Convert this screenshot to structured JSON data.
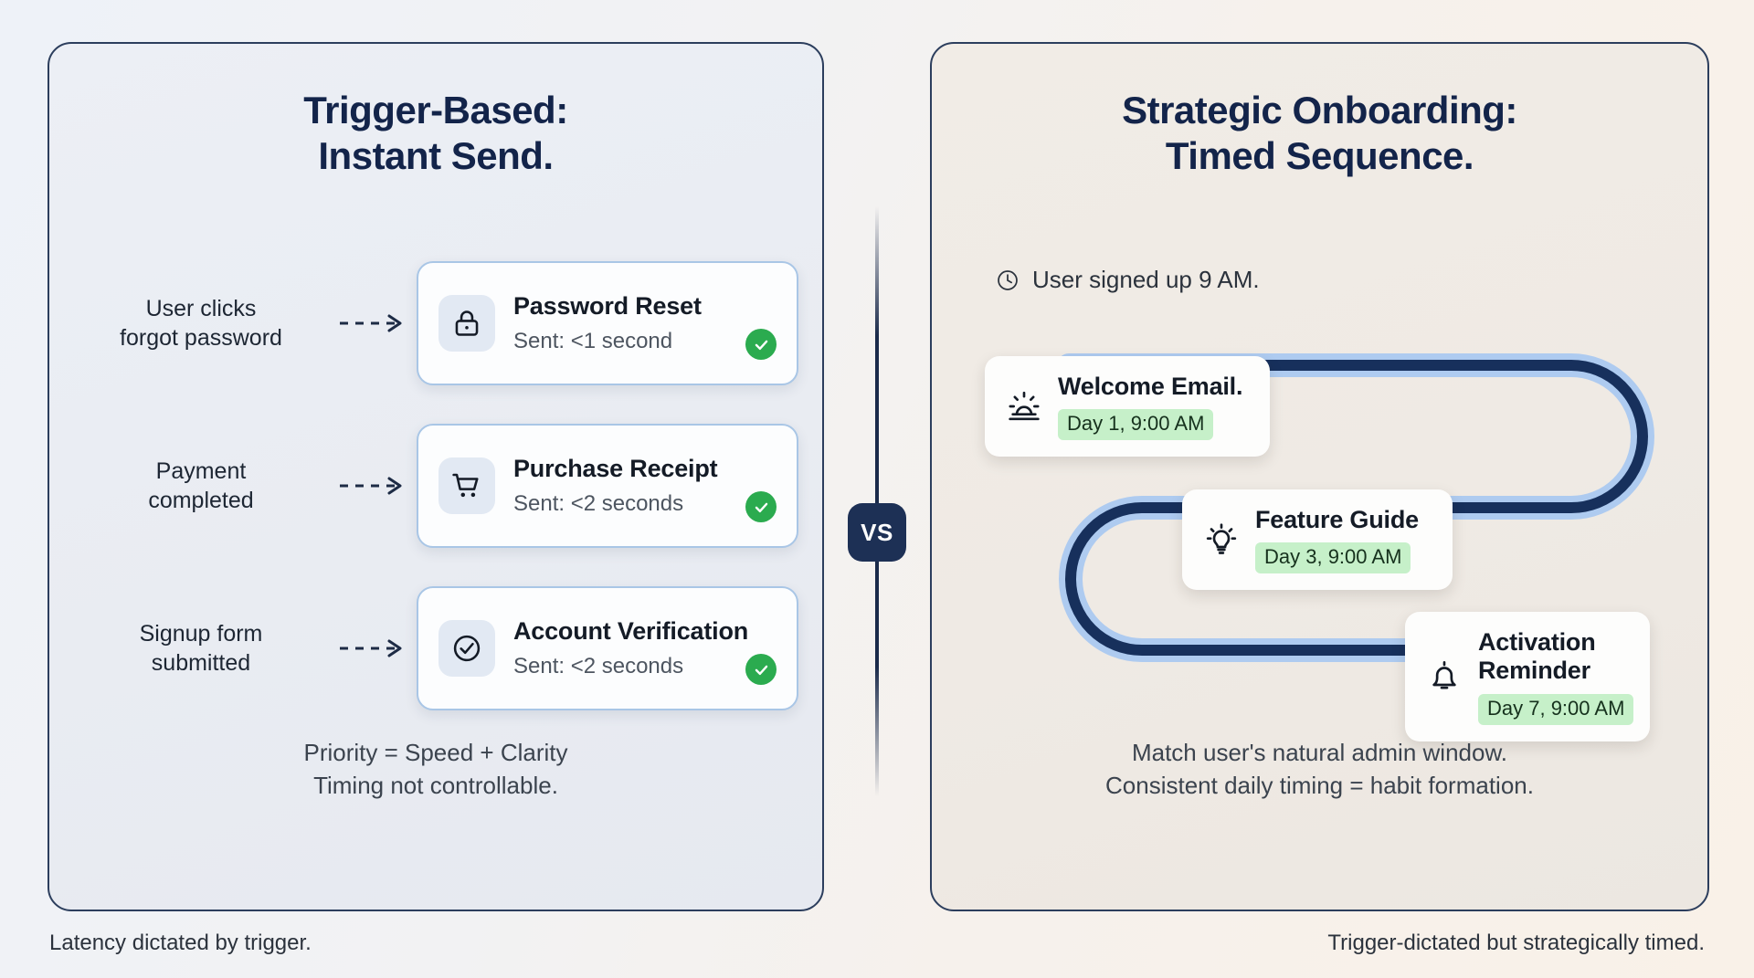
{
  "left": {
    "title_line1": "Trigger-Based:",
    "title_line2": "Instant Send.",
    "rows": [
      {
        "trigger_line1": "User clicks",
        "trigger_line2": "forgot password",
        "icon": "lock-icon",
        "title": "Password Reset",
        "sub": "Sent: <1 second",
        "status": "check-icon"
      },
      {
        "trigger_line1": "Payment",
        "trigger_line2": "completed",
        "icon": "shopping-cart-icon",
        "title": "Purchase Receipt",
        "sub": "Sent: <2 seconds",
        "status": "check-icon"
      },
      {
        "trigger_line1": "Signup form",
        "trigger_line2": "submitted",
        "icon": "check-circle-icon",
        "title": "Account Verification",
        "sub": "Sent: <2 seconds",
        "status": "check-icon"
      }
    ],
    "footer_line1": "Priority = Speed + Clarity",
    "footer_line2": "Timing not controllable.",
    "caption": "Latency dictated by trigger."
  },
  "right": {
    "title_line1": "Strategic Onboarding:",
    "title_line2": "Timed Sequence.",
    "signup_note": "User signed up 9 AM.",
    "signup_icon": "clock-icon",
    "steps": [
      {
        "icon": "sunrise-icon",
        "title": "Welcome Email.",
        "badge": "Day 1, 9:00 AM"
      },
      {
        "icon": "lightbulb-icon",
        "title": "Feature Guide",
        "badge": "Day 3, 9:00 AM"
      },
      {
        "icon": "bell-icon",
        "title": "Activation Reminder",
        "badge": "Day 7, 9:00 AM"
      }
    ],
    "footer_line1": "Match user's natural admin window.",
    "footer_line2": "Consistent daily timing = habit formation.",
    "caption": "Trigger-dictated but strategically timed."
  },
  "divider": {
    "label": "VS"
  },
  "colors": {
    "navy": "#13244a",
    "path_dark": "#17305c",
    "path_light": "#aecbf0",
    "badge_green": "#c6f0c9",
    "check_green": "#2bab4f",
    "card_border_blue": "#a9c6e6"
  }
}
